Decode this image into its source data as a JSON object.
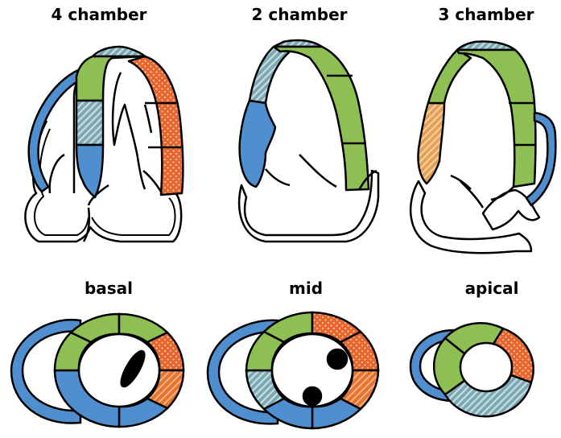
{
  "views": {
    "four_chamber": "4 chamber",
    "two_chamber": "2 chamber",
    "three_chamber": "3 chamber"
  },
  "levels": {
    "basal": "basal",
    "mid": "mid",
    "apical": "apical"
  },
  "colors": {
    "blue": "#4f8fcf",
    "green": "#8dbf52",
    "orange_dotted": "#e8662e",
    "orange_striped": "#e9a05a",
    "teal_hatched": "#8fb7be",
    "outline": "#000000"
  }
}
